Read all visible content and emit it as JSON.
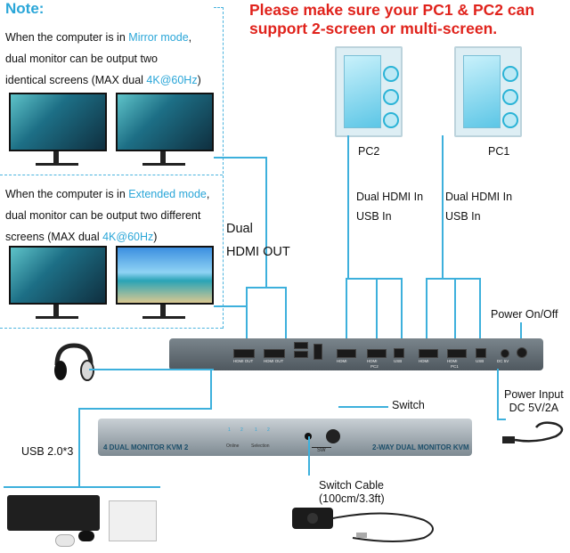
{
  "note": {
    "title": "Note:",
    "mirror_line1": "When the computer is in",
    "mirror_mode": "Mirror mode",
    "mirror_line2": "dual monitor can be output two",
    "mirror_line3": "identical screens (MAX dual",
    "mirror_res": "4K@60Hz",
    "extended_line1": "When the computer is in",
    "extended_mode": "Extended mode",
    "extended_line2": "dual monitor can be output two different",
    "extended_line3": "screens (MAX dual",
    "extended_res": "4K@60Hz"
  },
  "warning": {
    "line1": "Please make sure your PC1 & PC2 can",
    "line2": "support 2-screen or multi-screen."
  },
  "labels": {
    "pc2": "PC2",
    "pc1": "PC1",
    "dual_hdmi_in_1": "Dual HDMI In",
    "usb_in_1": "USB In",
    "dual_hdmi_in_2": "Dual HDMI In",
    "usb_in_2": "USB In",
    "dual": "Dual",
    "hdmi_out": "HDMI OUT",
    "power_onoff": "Power On/Off",
    "power_input": "Power Input",
    "power_spec": "DC 5V/2A",
    "switch": "Switch",
    "usb20": "USB 2.0*3",
    "switch_cable": "Switch Cable",
    "switch_cable_len": "(100cm/3.3ft)"
  },
  "device": {
    "front_left": "4 DUAL MONITOR KVM 2",
    "front_right": "2-WAY DUAL MONITOR KVM",
    "led_online": "Online",
    "led_selection": "Selection",
    "sw": "SW",
    "num1a": "1",
    "num2a": "2",
    "num1b": "1",
    "num2b": "2",
    "port_hdmi_out1": "HDMI OUT",
    "port_hdmi_out2": "HDMI OUT",
    "port_hdmi_pc2a": "HDMI",
    "port_hdmi_pc2b": "HDMI",
    "port_usb_pc2": "USB",
    "port_pc2": "PC2",
    "port_hdmi_pc1a": "HDMI",
    "port_hdmi_pc1b": "HDMI",
    "port_usb_pc1": "USB",
    "port_pc1": "PC1",
    "port_dc": "DC 5V"
  },
  "colors": {
    "accent": "#2aa6d8",
    "warning": "#e0231c",
    "cable": "#3db0dc"
  }
}
